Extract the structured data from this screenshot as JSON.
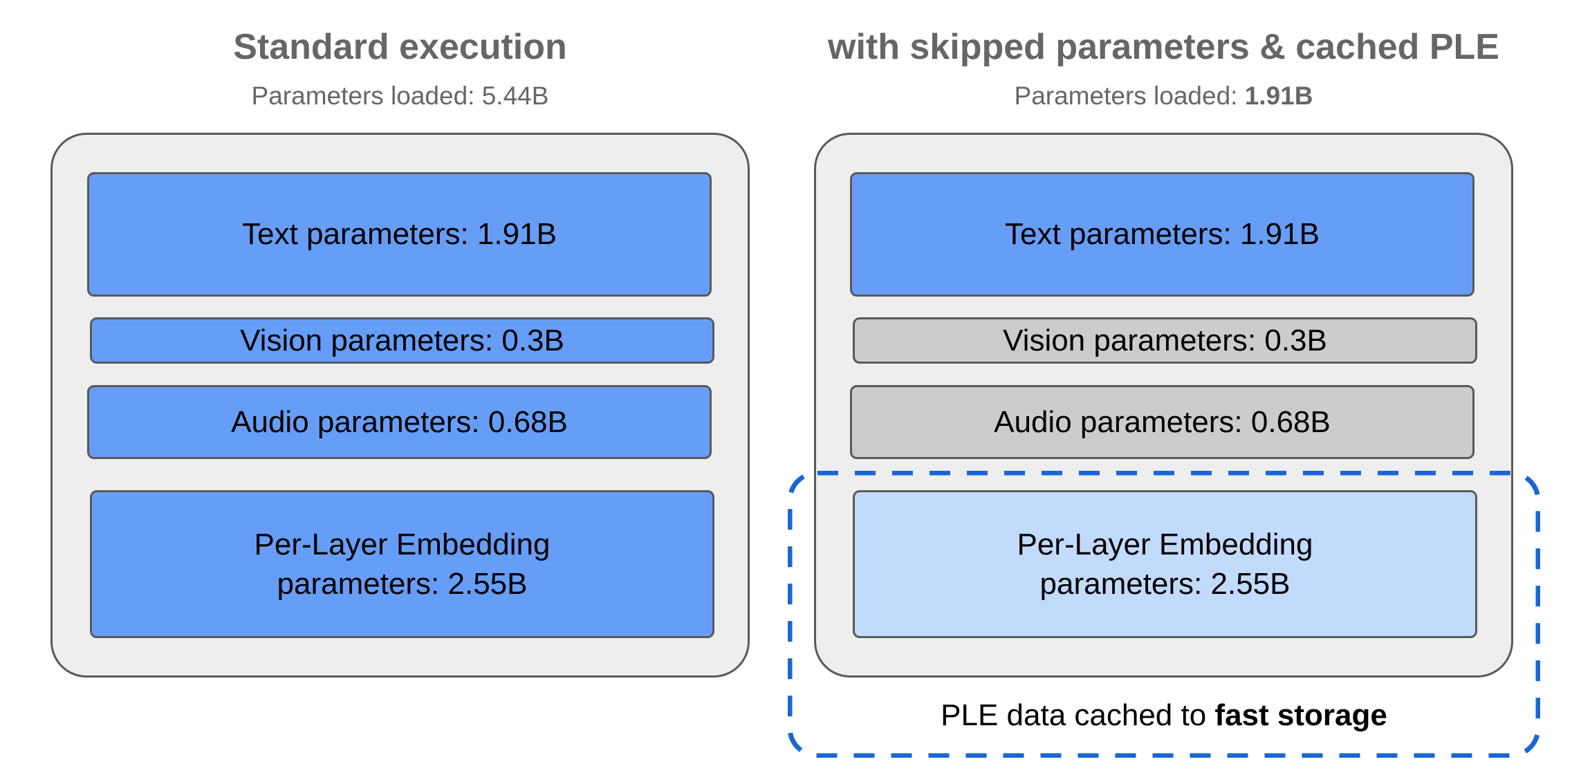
{
  "left": {
    "title": "Standard execution",
    "subtitle_prefix": "Parameters loaded: ",
    "subtitle_value": "5.44B",
    "blocks": {
      "text": "Text parameters: 1.91B",
      "vision": "Vision parameters: 0.3B",
      "audio": "Audio parameters: 0.68B",
      "ple_line1": "Per-Layer Embedding",
      "ple_line2": "parameters: 2.55B"
    }
  },
  "right": {
    "title": "with skipped parameters & cached PLE",
    "subtitle_prefix": "Parameters loaded: ",
    "subtitle_value": "1.91B",
    "blocks": {
      "text": "Text parameters: 1.91B",
      "vision": "Vision parameters: 0.3B",
      "audio": "Audio parameters: 0.68B",
      "ple_line1": "Per-Layer Embedding",
      "ple_line2": "parameters: 2.55B"
    },
    "cache_caption_prefix": "PLE data cached to ",
    "cache_caption_bold": "fast storage"
  },
  "colors": {
    "active": "#669df6",
    "skipped": "#cccccc",
    "cached": "#c2dafc",
    "container": "#eeeeee",
    "dashed_outline": "#1a66d2"
  }
}
